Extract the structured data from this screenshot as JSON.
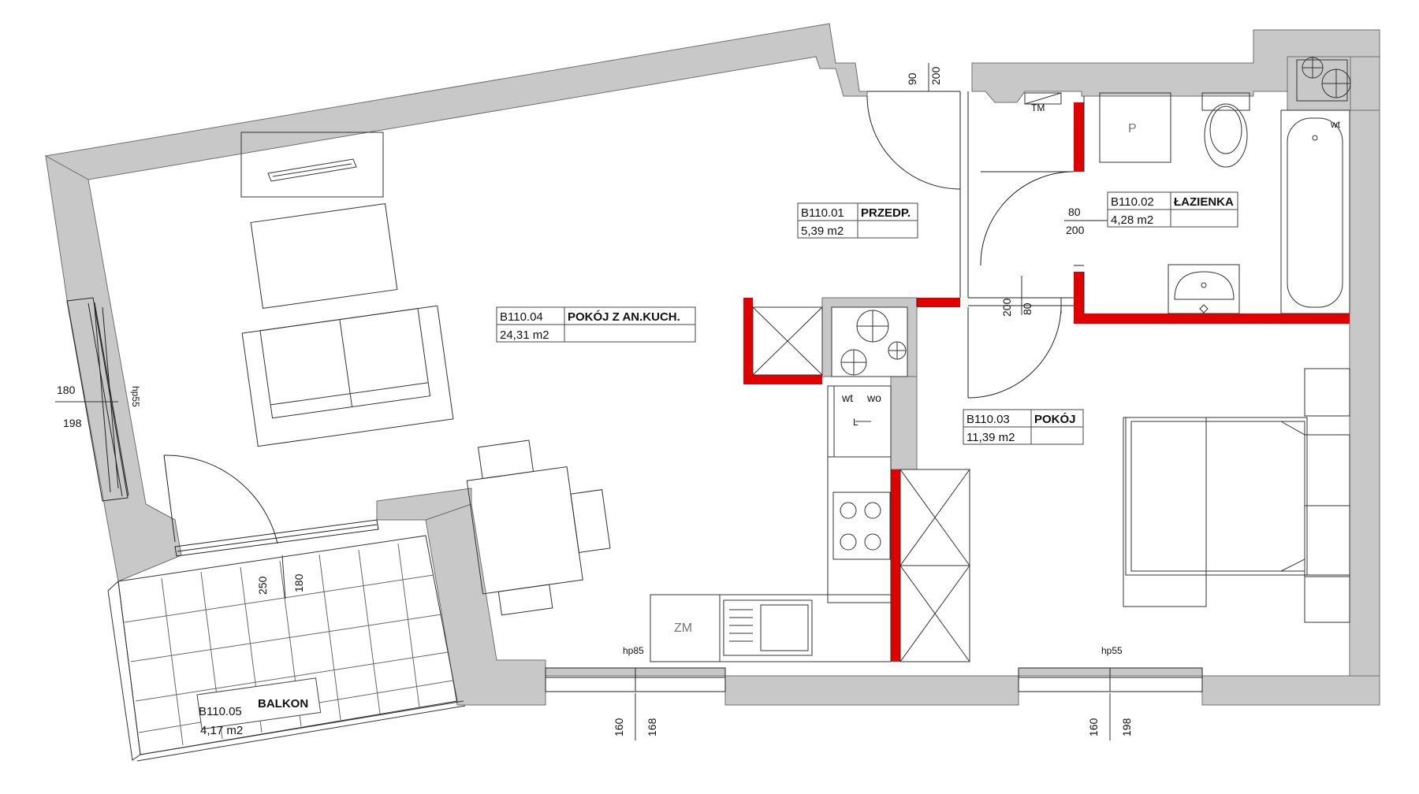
{
  "colors": {
    "wall": "#c8c8c8",
    "wall_stroke": "#6f6f6f",
    "new_wall": "#e00000",
    "line": "#222222"
  },
  "rooms": [
    {
      "code": "B110.01",
      "name": "PRZEDP.",
      "area": "5,39 m2"
    },
    {
      "code": "B110.02",
      "name": "ŁAZIENKA",
      "area": "4,28 m2"
    },
    {
      "code": "B110.03",
      "name": "POKÓJ",
      "area": "11,39 m2"
    },
    {
      "code": "B110.04",
      "name": "POKÓJ Z AN.KUCH.",
      "area": "24,31 m2"
    },
    {
      "code": "B110.05",
      "name": "BALKON",
      "area": "4,17 m2"
    }
  ],
  "dimensions": {
    "entry_door_width": "90",
    "entry_door_height": "200",
    "bath_door_width": "80",
    "bath_door_height": "200",
    "room_door_height": "200",
    "room_door_width": "80",
    "left_window_width": "180",
    "left_window_height": "198",
    "left_window_sill": "hp55",
    "balcony_door_height": "250",
    "balcony_door_width": "180",
    "kitchen_window_sill": "hp85",
    "kitchen_window_width": "160",
    "kitchen_window_height": "168",
    "room_window_sill": "hp55",
    "room_window_width": "160",
    "room_window_height": "198"
  },
  "fixtures": {
    "meter": "TM",
    "washer": "P",
    "bath_wt": "wt",
    "kitchen_wt": "wt",
    "kitchen_wo": "wo",
    "kitchen_l": "L",
    "fridge": "ZM"
  }
}
